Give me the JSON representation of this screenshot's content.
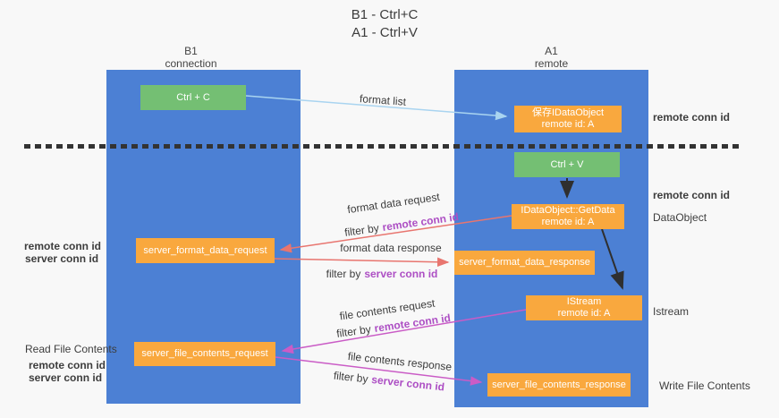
{
  "title": {
    "line1": "B1 - Ctrl+C",
    "line2": "A1 - Ctrl+V"
  },
  "columns": {
    "left": {
      "name": "B1",
      "role": "connection"
    },
    "right": {
      "name": "A1",
      "role": "remote"
    }
  },
  "boxes": {
    "ctrl_c": {
      "label": "Ctrl + C"
    },
    "ctrl_v": {
      "label": "Ctrl + V"
    },
    "save_idataobject": {
      "line1": "保存IDataObject",
      "line2": "remote id: A"
    },
    "idataobject_getdata": {
      "line1": "IDataObject::GetData",
      "line2": "remote id: A"
    },
    "istream": {
      "line1": "IStream",
      "line2": "remote id: A"
    },
    "server_format_data_request": {
      "label": "server_format_data_request"
    },
    "server_format_data_response": {
      "label": "server_format_data_response"
    },
    "server_file_contents_request": {
      "label": "server_file_contents_request"
    },
    "server_file_contents_response": {
      "label": "server_file_contents_response"
    }
  },
  "arrow_labels": {
    "format_list": "format list",
    "format_data_request": "format data request",
    "format_data_response": "format data response",
    "file_contents_request": "file contents request",
    "file_contents_response": "file contents response",
    "filter_by": "filter by"
  },
  "conn_ids": {
    "remote": "remote conn id",
    "server": "server conn id"
  },
  "side_labels": {
    "dataobject": "DataObject",
    "istream": "Istream",
    "read_file_contents": "Read File Contents",
    "write_file_contents": "Write File Contents"
  },
  "colors": {
    "column_blue": "#4c80d4",
    "box_orange": "#f9a83e",
    "box_green": "#74bf73",
    "arrow_light_blue": "#a9d4f0",
    "arrow_salmon": "#e8756f",
    "arrow_magenta": "#ca5cc6",
    "arrow_black": "#2f2f2f",
    "text_purple": "#ad4fc4",
    "text_green": "#56b45a"
  }
}
